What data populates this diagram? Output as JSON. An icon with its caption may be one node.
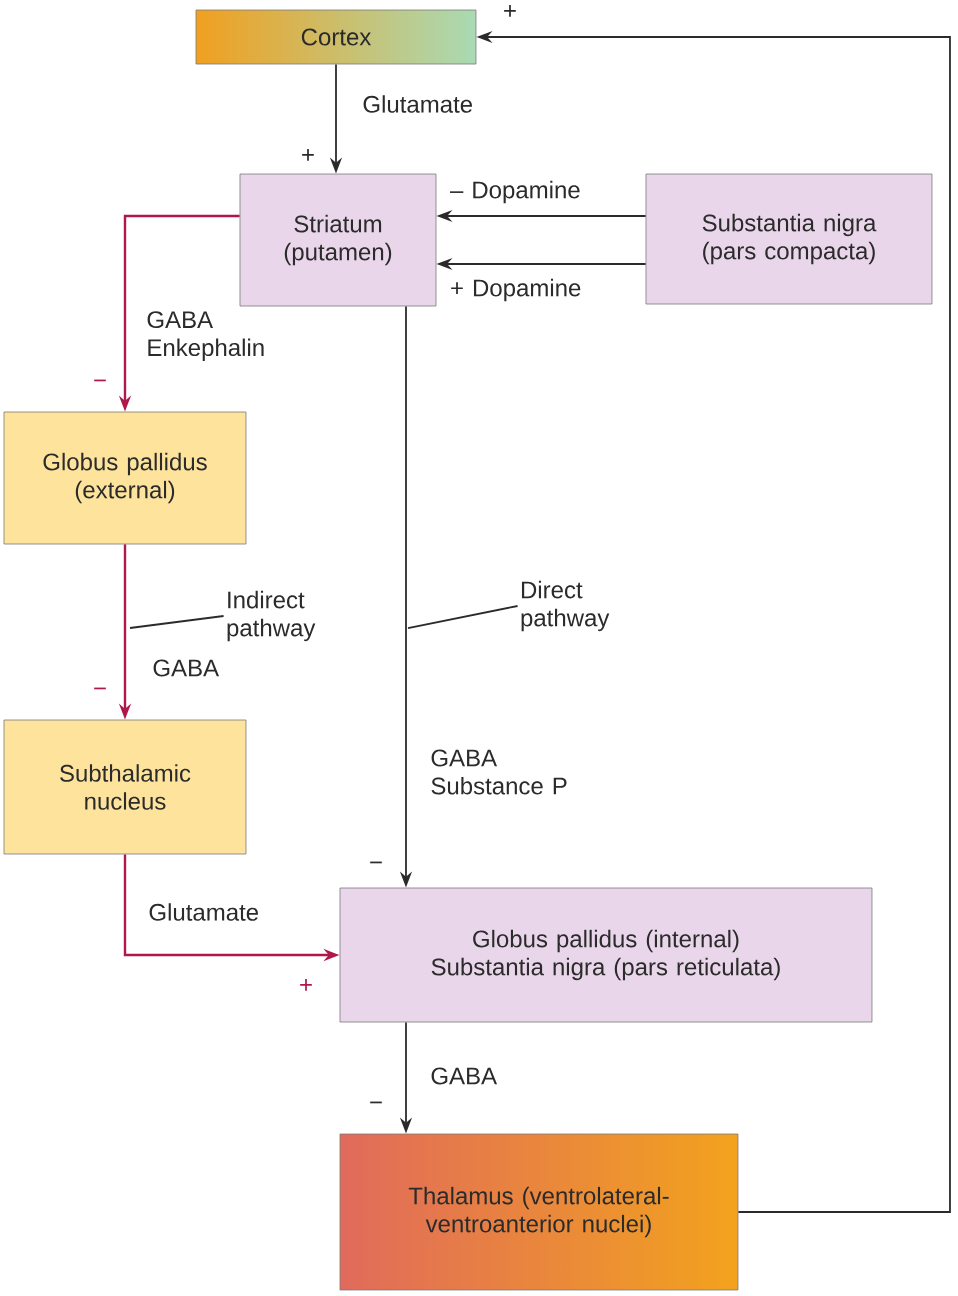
{
  "diagram": {
    "nodes": [
      {
        "text": [
          "Cortex"
        ]
      },
      {
        "text": [
          "Striatum (putamen)"
        ]
      },
      {
        "text": [
          "Substantia nigra (pars compacta)"
        ]
      },
      {
        "text": [
          "Globus pallidus (external)"
        ]
      },
      {
        "text": [
          "Subthalamic nucleus"
        ]
      },
      {
        "text": [
          "Globus pallidus (internal) Substantia nigra (pars reticulata)"
        ]
      },
      {
        "text": [
          "Thalamus (ventrolateral- ventroanterior nuclei)"
        ]
      },
      {
        "text": [
          "Indirect pathway"
        ]
      },
      {
        "text": [
          "Direct pathway"
        ]
      }
    ],
    "edges": [
      {
        "from": 0,
        "to": 1,
        "arrow": "to",
        "label": "Glutamate"
      },
      {
        "from": 2,
        "to": 1,
        "arrow": "to",
        "label": "– Dopamine"
      },
      {
        "from": 2,
        "to": 1,
        "arrow": "to",
        "label": "+ Dopamine"
      },
      {
        "from": 1,
        "to": 3,
        "arrow": "to",
        "label": "GABA Enkephalin",
        "color": "#b0174a"
      },
      {
        "from": 3,
        "to": 4,
        "arrow": "to",
        "label": "GABA",
        "color": "#b0174a"
      },
      {
        "from": 4,
        "to": 5,
        "arrow": "to",
        "label": "Glutamate",
        "color": "#b0174a"
      },
      {
        "from": 1,
        "to": 5,
        "arrow": "to",
        "label": "GABA Substance P"
      },
      {
        "from": 5,
        "to": 6,
        "arrow": "to",
        "label": "GABA"
      },
      {
        "from": 6,
        "to": 0,
        "arrow": "to"
      },
      {
        "from": 7,
        "to": null,
        "arrow": "none"
      },
      {
        "from": 8,
        "to": null,
        "arrow": "none"
      }
    ],
    "labels": [
      "+",
      "+",
      "−",
      "−",
      "−",
      "+",
      "−"
    ]
  }
}
